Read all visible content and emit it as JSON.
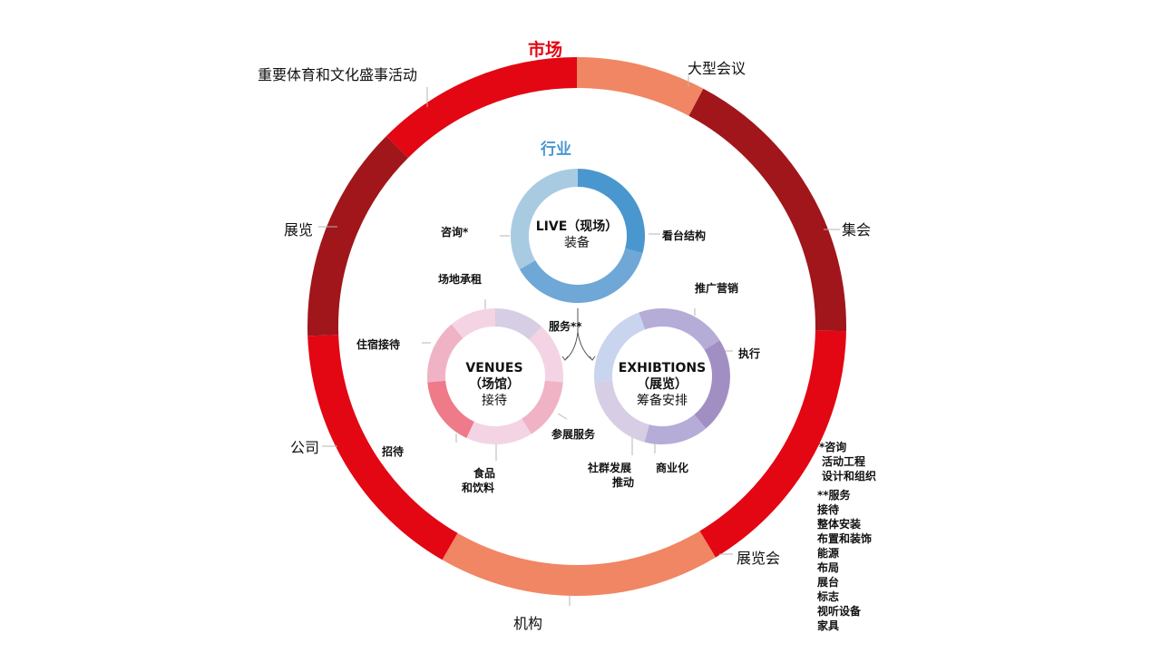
{
  "title_market": "市场",
  "title_industry": "行业",
  "colors": {
    "red": "#e30613",
    "dark_red": "#a0161b",
    "salmon": "#f08663",
    "blue_dark": "#4a97cf",
    "blue_mid": "#6fa7d6",
    "blue_light": "#a9cbe2",
    "pink_dark": "#ee7a8a",
    "pink_mid": "#f0b3c5",
    "pink_light": "#f4d4e4",
    "lilac_light": "#d7cde4",
    "purple_dark": "#a18fc3",
    "purple_mid": "#b6acd8",
    "purple_light": "#c9d5ee"
  },
  "outer_labels": {
    "sports": "重要体育和文化盛事活动",
    "conferences": "大型会议",
    "exhibitions": "展览",
    "gatherings": "集会",
    "companies": "公司",
    "fairs": "展览会",
    "institutions": "机构"
  },
  "live": {
    "title": "LIVE（现场）",
    "subtitle": "装备",
    "label_consult": "咨询*",
    "label_stands": "看台结构"
  },
  "venues": {
    "title": "VENUES",
    "title2": "（场馆）",
    "subtitle": "接待",
    "label_rental": "场地承租",
    "label_lodging": "住宿接待",
    "label_reception": "招待",
    "label_food_1": "食品",
    "label_food_2": "和饮料",
    "label_exhibitor": "参展服务"
  },
  "exhibitions": {
    "title": "EXHIBTIONS",
    "title2": "（展览）",
    "subtitle": "筹备安排",
    "label_marketing": "推广营销",
    "label_execution": "执行",
    "label_commercial": "商业化",
    "label_community_1": "社群发展",
    "label_community_2": "推动"
  },
  "services_label": "服务**",
  "notes": {
    "consult_title": "*咨询",
    "consult_items": [
      "活动工程",
      "设计和组织"
    ],
    "services_title": "**服务",
    "services_items": [
      "接待",
      "整体安装",
      "布置和装饰",
      "能源",
      "布局",
      "展台",
      "标志",
      "视听设备",
      "家具"
    ]
  }
}
